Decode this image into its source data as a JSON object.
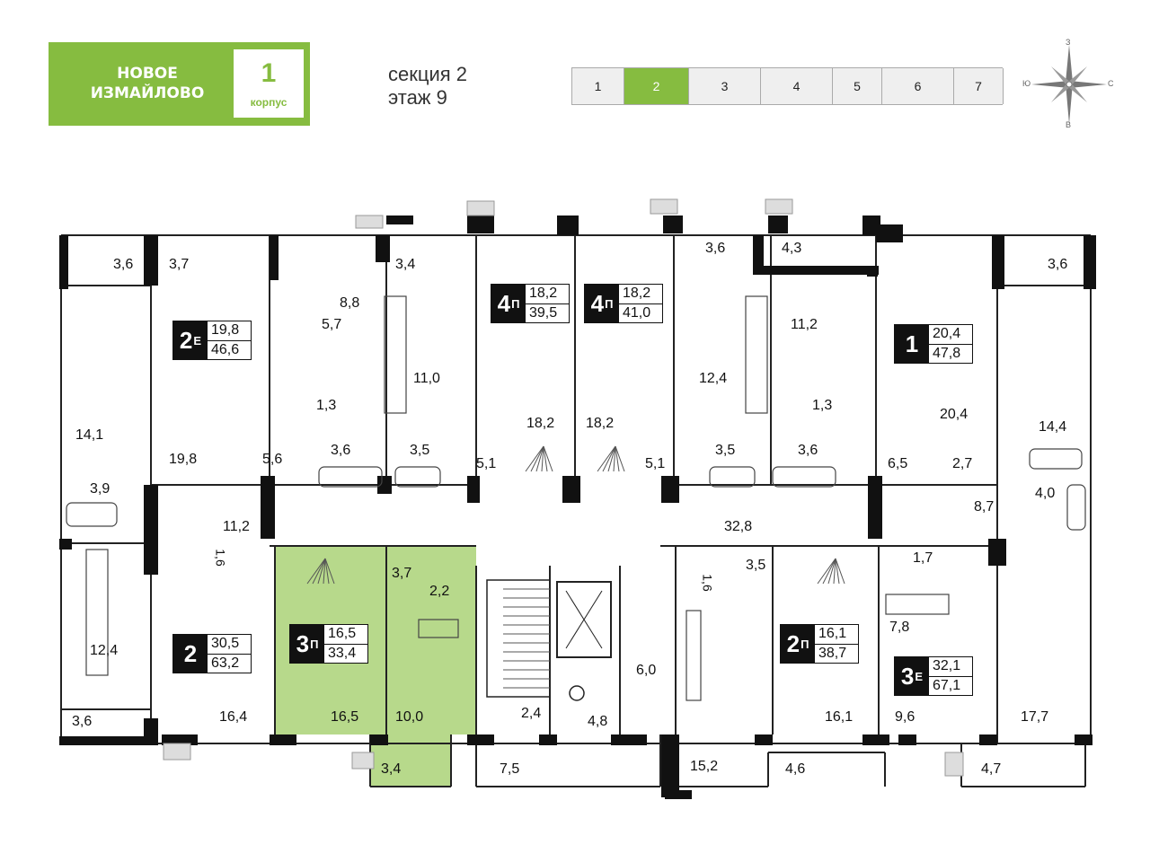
{
  "header": {
    "logo_name": "НОВОЕ\nИЗМАЙЛОВО",
    "building_number": "1",
    "building_label": "корпус",
    "section_text": "секция 2",
    "floor_text": "этаж 9",
    "sections": [
      "1",
      "2",
      "3",
      "4",
      "5",
      "6",
      "7"
    ],
    "active_section": "2",
    "compass": {
      "n": "З",
      "s": "В",
      "w": "Ю",
      "e": "С"
    }
  },
  "colors": {
    "brand": "#86bc40",
    "highlight": "#b7d98b"
  },
  "apartments": [
    {
      "type": "2",
      "suffix": "Е",
      "living": "19,8",
      "total": "46,6"
    },
    {
      "type": "4",
      "suffix": "П",
      "living": "18,2",
      "total": "39,5"
    },
    {
      "type": "4",
      "suffix": "П",
      "living": "18,2",
      "total": "41,0"
    },
    {
      "type": "1",
      "suffix": "",
      "living": "20,4",
      "total": "47,8"
    },
    {
      "type": "2",
      "suffix": "",
      "living": "30,5",
      "total": "63,2"
    },
    {
      "type": "3",
      "suffix": "П",
      "living": "16,5",
      "total": "33,4"
    },
    {
      "type": "2",
      "suffix": "П",
      "living": "16,1",
      "total": "38,7"
    },
    {
      "type": "3",
      "suffix": "Е",
      "living": "32,1",
      "total": "67,1"
    }
  ],
  "room_areas": [
    "3,6",
    "3,7",
    "3,4",
    "8,8",
    "5,7",
    "11,0",
    "3,6",
    "4,3",
    "3,6",
    "11,2",
    "12,4",
    "14,1",
    "1,3",
    "1,3",
    "20,4",
    "14,4",
    "18,2",
    "18,2",
    "19,8",
    "5,6",
    "3,6",
    "3,5",
    "5,1",
    "5,1",
    "3,5",
    "3,6",
    "6,5",
    "2,7",
    "3,9",
    "4,0",
    "11,2",
    "8,7",
    "32,8",
    "1,6",
    "3,7",
    "1,7",
    "2,2",
    "1,6",
    "3,5",
    "7,8",
    "12,4",
    "6,0",
    "16,4",
    "16,5",
    "10,0",
    "2,4",
    "4,8",
    "16,1",
    "9,6",
    "17,7",
    "3,6",
    "3,4",
    "7,5",
    "15,2",
    "4,6",
    "4,7"
  ]
}
